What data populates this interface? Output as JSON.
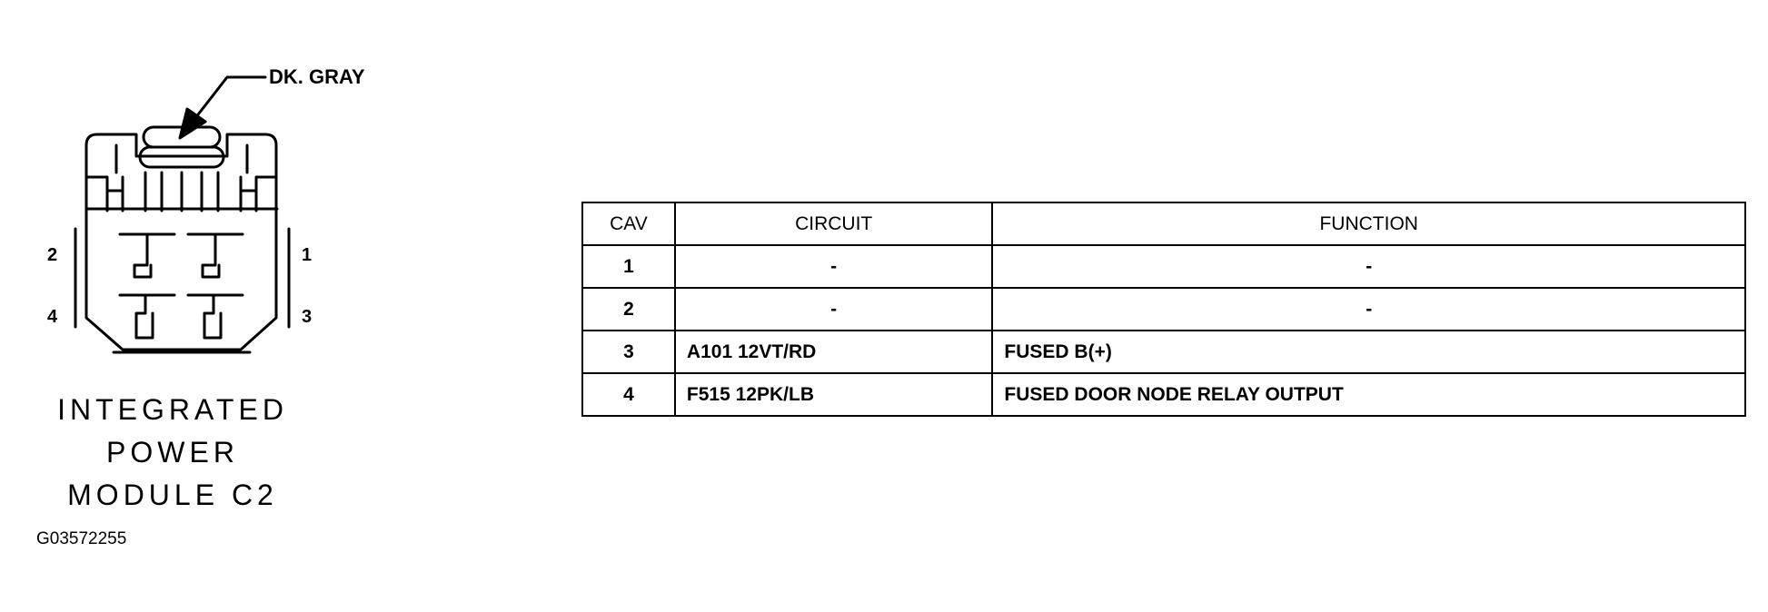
{
  "callout_label": "DK. GRAY",
  "pins": {
    "p1": "1",
    "p2": "2",
    "p3": "3",
    "p4": "4"
  },
  "connector_name": {
    "line1": "INTEGRATED",
    "line2": "POWER",
    "line3": "MODULE C2"
  },
  "figure_id": "G03572255",
  "table": {
    "headers": {
      "cav": "CAV",
      "circuit": "CIRCUIT",
      "function": "FUNCTION"
    },
    "rows": [
      {
        "cav": "1",
        "circuit": "-",
        "function": "-"
      },
      {
        "cav": "2",
        "circuit": "-",
        "function": "-"
      },
      {
        "cav": "3",
        "circuit": "A101 12VT/RD",
        "function": "FUSED B(+)"
      },
      {
        "cav": "4",
        "circuit": "F515 12PK/LB",
        "function": "FUSED DOOR NODE RELAY OUTPUT"
      }
    ]
  }
}
